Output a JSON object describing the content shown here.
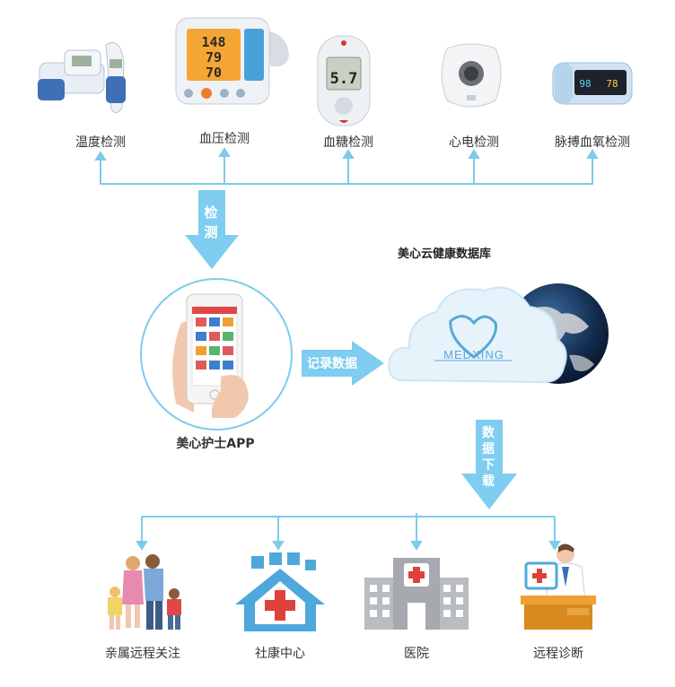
{
  "devices": [
    {
      "label": "温度检测",
      "icon": "thermometer-icon"
    },
    {
      "label": "血压检测",
      "icon": "blood-pressure-monitor-icon",
      "screen": [
        "148",
        "79",
        "70"
      ]
    },
    {
      "label": "血糖检测",
      "icon": "glucose-meter-icon",
      "screen": [
        "5.7"
      ]
    },
    {
      "label": "心电检测",
      "icon": "ecg-device-icon"
    },
    {
      "label": "脉搏血氧检测",
      "icon": "pulse-oximeter-icon",
      "screen": [
        "98",
        "78"
      ]
    }
  ],
  "arrow_detect": "检测",
  "app_label": "美心护士APP",
  "arrow_record": "记录数据",
  "cloud_title": "美心云健康数据库",
  "cloud_logo": "MEDXING",
  "arrow_download": "数据下载",
  "targets": [
    {
      "label": "亲属远程关注",
      "icon": "family-icon"
    },
    {
      "label": "社康中心",
      "icon": "community-health-center-icon"
    },
    {
      "label": "医院",
      "icon": "hospital-icon"
    },
    {
      "label": "远程诊断",
      "icon": "doctor-desk-icon"
    }
  ],
  "colors": {
    "line": "#7ecbea",
    "arrow": "#7fcdf0",
    "cloud": "#e6f3fb",
    "globe": "#1d3f6b"
  }
}
